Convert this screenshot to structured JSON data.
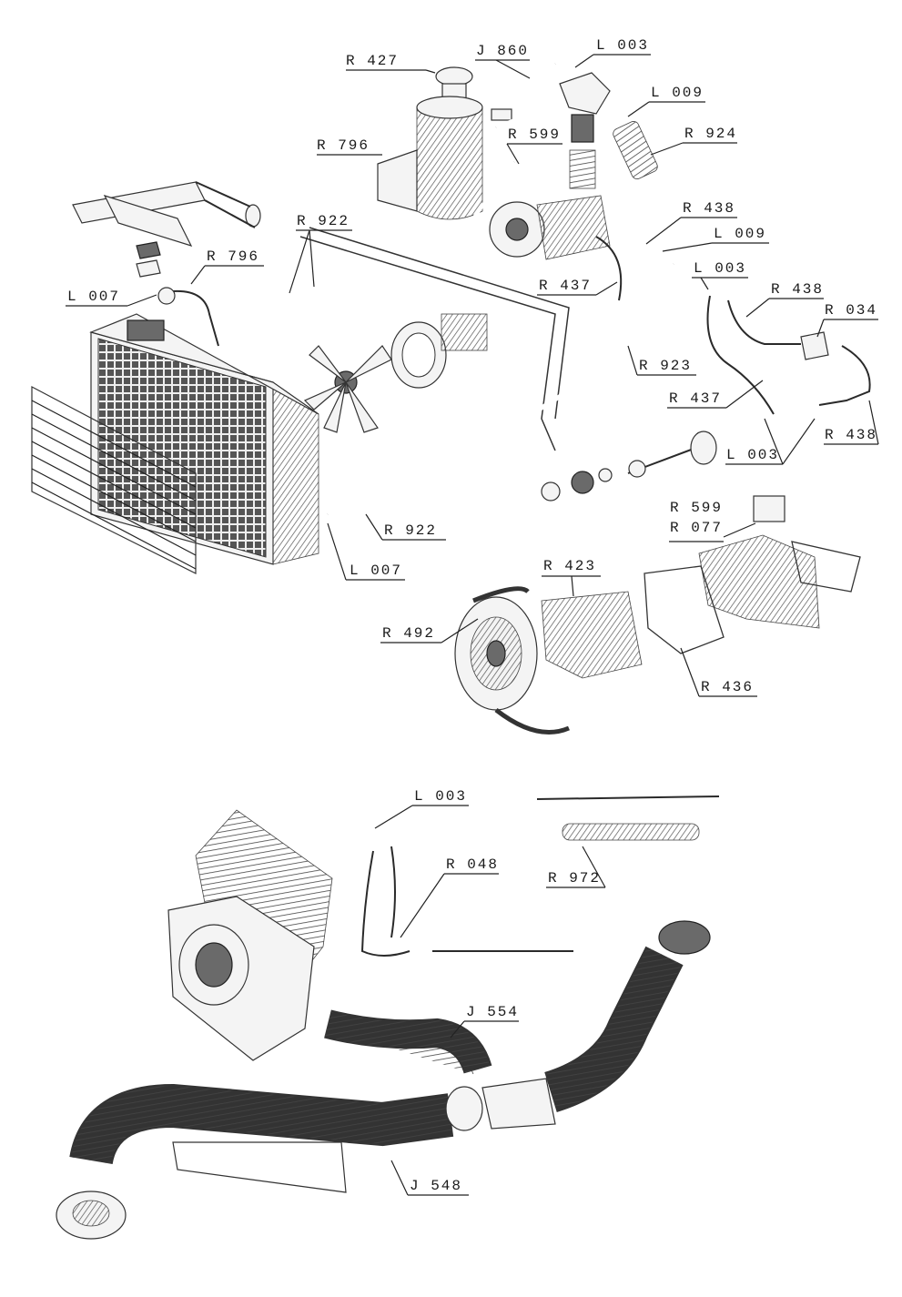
{
  "diagram": {
    "callouts": [
      {
        "id": "c1",
        "text": "R 427"
      },
      {
        "id": "c2",
        "text": "J 860"
      },
      {
        "id": "c3",
        "text": "L 003"
      },
      {
        "id": "c4",
        "text": "L 009"
      },
      {
        "id": "c5",
        "text": "R 924"
      },
      {
        "id": "c6",
        "text": "R 796"
      },
      {
        "id": "c7",
        "text": "R 599"
      },
      {
        "id": "c8",
        "text": "R 922"
      },
      {
        "id": "c9",
        "text": "R 438"
      },
      {
        "id": "c10",
        "text": "L 009"
      },
      {
        "id": "c11",
        "text": "R 796"
      },
      {
        "id": "c12",
        "text": "L 003"
      },
      {
        "id": "c13",
        "text": "L 007"
      },
      {
        "id": "c14",
        "text": "R 437"
      },
      {
        "id": "c15",
        "text": "R 438"
      },
      {
        "id": "c16",
        "text": "R 034"
      },
      {
        "id": "c17",
        "text": "R 923"
      },
      {
        "id": "c18",
        "text": "R 437"
      },
      {
        "id": "c19",
        "text": "L 003"
      },
      {
        "id": "c20",
        "text": "R 438"
      },
      {
        "id": "c21",
        "text": "R 599"
      },
      {
        "id": "c22",
        "text": "R 077"
      },
      {
        "id": "c23",
        "text": "R 922"
      },
      {
        "id": "c24",
        "text": "L 007"
      },
      {
        "id": "c25",
        "text": "R 423"
      },
      {
        "id": "c26",
        "text": "R 492"
      },
      {
        "id": "c27",
        "text": "R 436"
      },
      {
        "id": "c28",
        "text": "L 003"
      },
      {
        "id": "c29",
        "text": "R 048"
      },
      {
        "id": "c30",
        "text": "R 972"
      },
      {
        "id": "c31",
        "text": "J 554"
      },
      {
        "id": "c32",
        "text": "J 548"
      }
    ]
  }
}
